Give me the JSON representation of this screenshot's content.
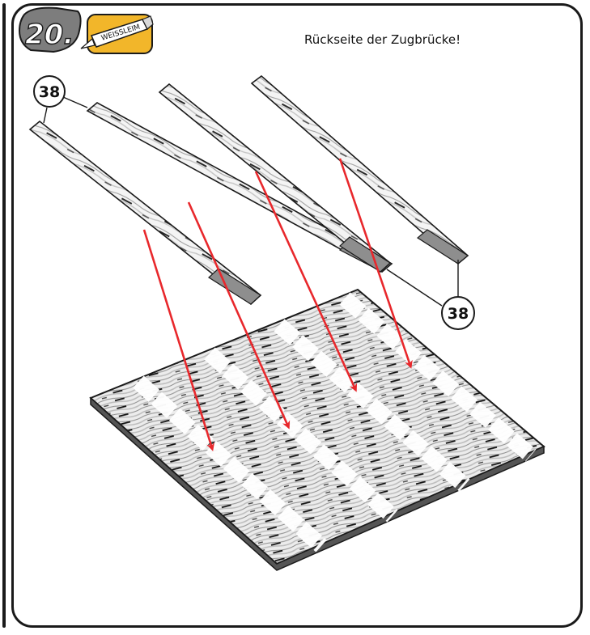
{
  "step": {
    "number": "20.",
    "glue_label": "WEISSLEIM",
    "caption": "Rückseite der Zugbrücke!"
  },
  "callouts": [
    {
      "label": "38"
    },
    {
      "label": "38"
    }
  ],
  "colors": {
    "arrow": "#e8282c",
    "outline": "#1a1a1a",
    "glue_badge": "#f2b62a",
    "step_badge": "#7d7d7d"
  },
  "icons": [
    "glue-tube-icon",
    "step-number-badge"
  ]
}
